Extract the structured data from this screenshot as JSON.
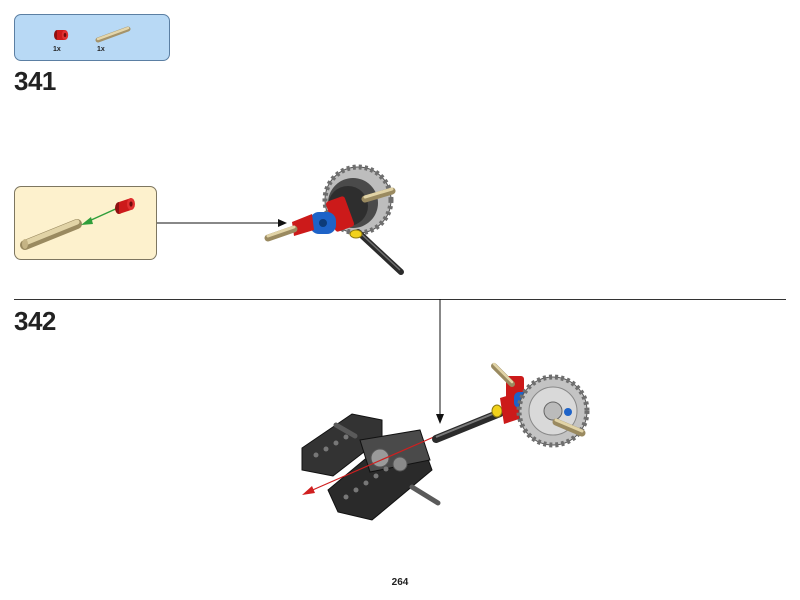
{
  "parts_list": {
    "items": [
      {
        "icon": "red-bush-icon",
        "quantity": "1x",
        "color": "#cc1a1a"
      },
      {
        "icon": "tan-axle-icon",
        "quantity": "1x",
        "color": "#d8c89a"
      }
    ]
  },
  "steps": [
    {
      "number": "341"
    },
    {
      "number": "342"
    }
  ],
  "page": {
    "number": "264"
  },
  "colors": {
    "parts_box_fill": "#b8d9f5",
    "sub_assembly_fill": "#fdf1cd",
    "arrow_green": "#2f9e3a",
    "arrow_red": "#d01f1f",
    "brick_red": "#cc1a1a",
    "brick_blue": "#1e63c8",
    "brick_tan": "#d8c89a",
    "brick_yellow": "#f2d21b",
    "brick_dark_gray": "#3a3a3a",
    "brick_light_gray": "#a9a9a9"
  }
}
